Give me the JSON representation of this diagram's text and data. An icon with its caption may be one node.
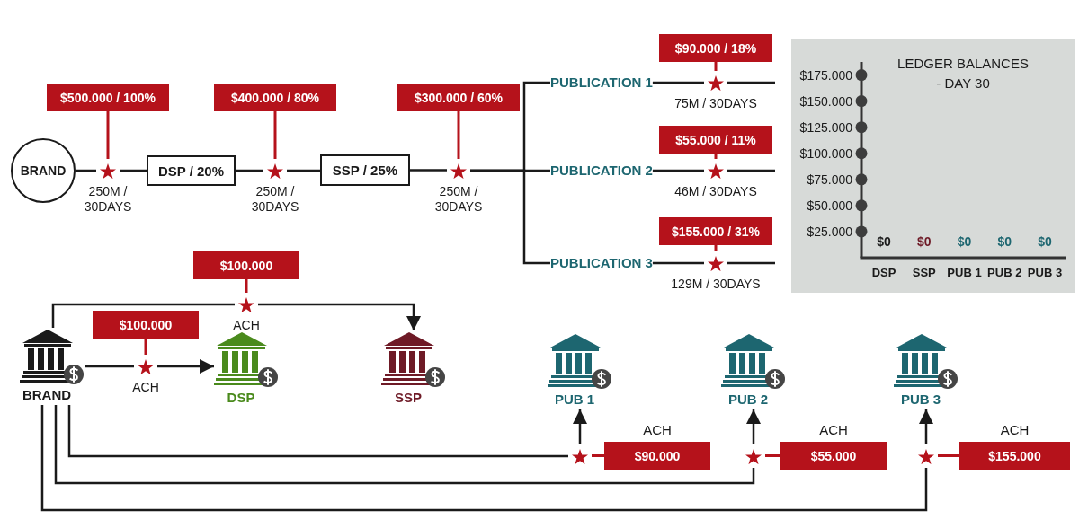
{
  "diagram": {
    "nodes": [
      {
        "text": [
          "BRAND"
        ]
      },
      {
        "text": [
          "$500.000 / 100%"
        ]
      },
      {
        "text": [],
        "shape": "star",
        "beside": [
          "250M / 30DAYS"
        ]
      },
      {
        "text": [
          "DSP / 20%"
        ]
      },
      {
        "text": [
          "$400.000 / 80%"
        ]
      },
      {
        "text": [],
        "shape": "star",
        "beside": [
          "250M / 30DAYS"
        ]
      },
      {
        "text": [
          "SSP / 25%"
        ]
      },
      {
        "text": [
          "$300.000 / 60%"
        ]
      },
      {
        "text": [],
        "shape": "star",
        "beside": [
          "250M / 30DAYS"
        ]
      },
      {
        "text": [
          "$90.000 / 18%"
        ]
      },
      {
        "text": [
          "PUBLICATION 1"
        ]
      },
      {
        "text": [],
        "shape": "star",
        "beside": [
          "75M / 30DAYS"
        ]
      },
      {
        "text": [
          "$55.000 / 11%"
        ]
      },
      {
        "text": [
          "PUBLICATION 2"
        ]
      },
      {
        "text": [],
        "shape": "star",
        "beside": [
          "46M / 30DAYS"
        ]
      },
      {
        "text": [
          "$155.000 / 31%"
        ]
      },
      {
        "text": [
          "PUBLICATION 3"
        ]
      },
      {
        "text": [],
        "shape": "star",
        "beside": [
          "129M / 30DAYS"
        ]
      },
      {
        "text": [
          "$100.000"
        ]
      },
      {
        "text": [],
        "shape": "star",
        "beside": [
          "ACH"
        ]
      },
      {
        "text": [
          "$100.000"
        ]
      },
      {
        "text": [
          "BRAND"
        ]
      },
      {
        "text": [],
        "shape": "star",
        "beside": [
          "ACH"
        ]
      },
      {
        "text": [
          "DSP"
        ]
      },
      {
        "text": [
          "SSP"
        ]
      },
      {
        "text": [
          "PUB 1"
        ]
      },
      {
        "text": [
          "PUB 2"
        ]
      },
      {
        "text": [
          "PUB 3"
        ]
      },
      {
        "text": [],
        "shape": "star"
      },
      {
        "text": [
          "ACH",
          "$90.000"
        ]
      },
      {
        "text": [],
        "shape": "star"
      },
      {
        "text": [
          "ACH",
          "$55.000"
        ]
      },
      {
        "text": [],
        "shape": "star"
      },
      {
        "text": [
          "ACH",
          "$155.000"
        ]
      }
    ],
    "edges": [
      {
        "from": 0,
        "to": 2,
        "arrow": "none"
      },
      {
        "from": 1,
        "to": 2,
        "arrow": "none",
        "color": "#b5121b"
      },
      {
        "from": 2,
        "to": 3,
        "arrow": "none"
      },
      {
        "from": 3,
        "to": 5,
        "arrow": "none"
      },
      {
        "from": 4,
        "to": 5,
        "arrow": "none",
        "color": "#b5121b"
      },
      {
        "from": 5,
        "to": 6,
        "arrow": "none"
      },
      {
        "from": 6,
        "to": 8,
        "arrow": "none"
      },
      {
        "from": 7,
        "to": 8,
        "arrow": "none",
        "color": "#b5121b"
      },
      {
        "from": 8,
        "to": 10,
        "arrow": "none"
      },
      {
        "from": 8,
        "to": 13,
        "arrow": "none"
      },
      {
        "from": 8,
        "to": 16,
        "arrow": "none"
      },
      {
        "from": 10,
        "to": 11,
        "arrow": "none"
      },
      {
        "from": 9,
        "to": 11,
        "arrow": "none",
        "color": "#b5121b"
      },
      {
        "from": 11,
        "to": null,
        "arrow": "none"
      },
      {
        "from": 13,
        "to": 14,
        "arrow": "none"
      },
      {
        "from": 12,
        "to": 14,
        "arrow": "none",
        "color": "#b5121b"
      },
      {
        "from": 14,
        "to": null,
        "arrow": "none"
      },
      {
        "from": 16,
        "to": 17,
        "arrow": "none"
      },
      {
        "from": 15,
        "to": 17,
        "arrow": "none",
        "color": "#b5121b"
      },
      {
        "from": 17,
        "to": null,
        "arrow": "none"
      },
      {
        "from": 21,
        "to": 19,
        "arrow": "none"
      },
      {
        "from": 18,
        "to": 19,
        "arrow": "none",
        "color": "#b5121b"
      },
      {
        "from": 19,
        "to": 24,
        "arrow": "to"
      },
      {
        "from": 21,
        "to": 22,
        "arrow": "none"
      },
      {
        "from": 20,
        "to": 22,
        "arrow": "none",
        "color": "#b5121b"
      },
      {
        "from": 22,
        "to": 23,
        "arrow": "to"
      },
      {
        "from": 21,
        "to": 28,
        "arrow": "none"
      },
      {
        "from": 28,
        "to": 25,
        "arrow": "to"
      },
      {
        "from": 29,
        "to": 28,
        "arrow": "none",
        "color": "#b5121b"
      },
      {
        "from": 21,
        "to": 30,
        "arrow": "none"
      },
      {
        "from": 30,
        "to": 26,
        "arrow": "to"
      },
      {
        "from": 31,
        "to": 30,
        "arrow": "none",
        "color": "#b5121b"
      },
      {
        "from": 21,
        "to": 32,
        "arrow": "none"
      },
      {
        "from": 32,
        "to": 27,
        "arrow": "to"
      },
      {
        "from": 33,
        "to": 32,
        "arrow": "none",
        "color": "#b5121b"
      }
    ],
    "chart_data": {
      "type": "bar",
      "title": "LEDGER BALANCES - DAY 30",
      "categories": [
        "DSP",
        "SSP",
        "PUB 1",
        "PUB 2",
        "PUB 3"
      ],
      "values": [
        0,
        0,
        0,
        0,
        0
      ],
      "ylim": [
        0,
        187500
      ],
      "yticks": [
        {
          "value": 25000,
          "label": "$25.000"
        },
        {
          "value": 50000,
          "label": "$50.000"
        },
        {
          "value": 75000,
          "label": "$75.000"
        },
        {
          "value": 100000,
          "label": "$100.000"
        },
        {
          "value": 125000,
          "label": "$125.000"
        },
        {
          "value": 150000,
          "label": "$150.000"
        },
        {
          "value": 175000,
          "label": "$175.000"
        }
      ],
      "value_labels": [
        "$0",
        "$0",
        "$0",
        "$0",
        "$0"
      ]
    }
  }
}
